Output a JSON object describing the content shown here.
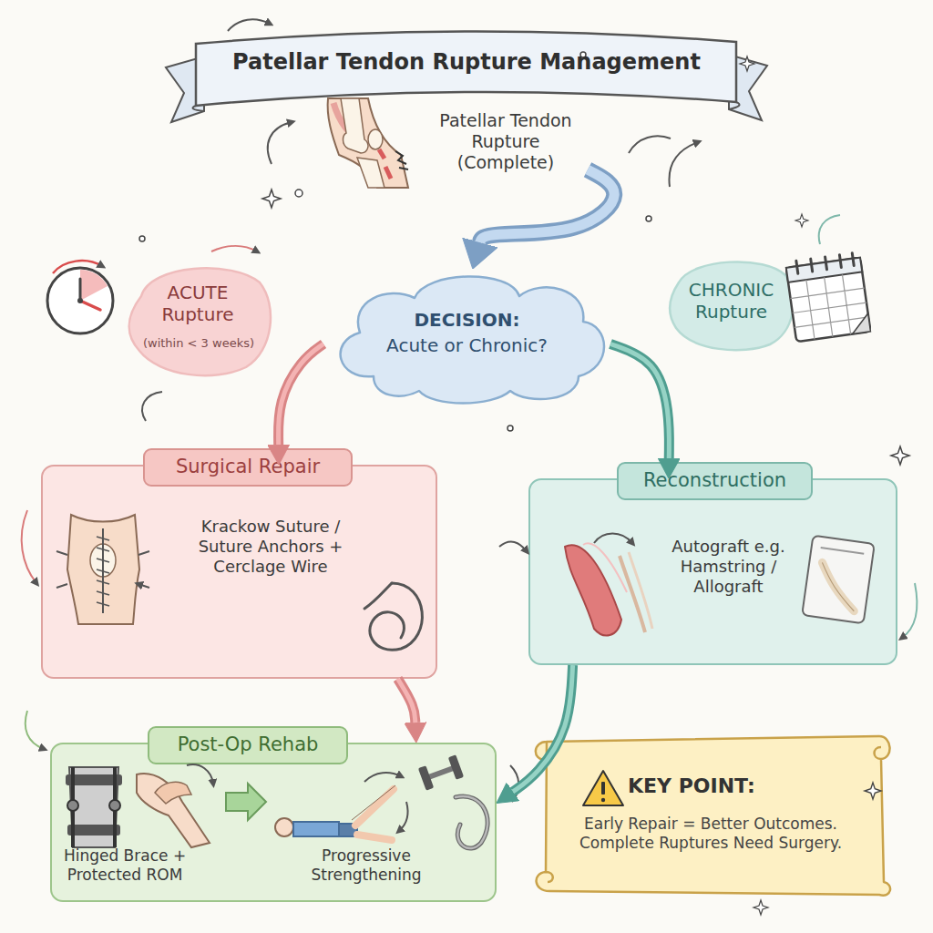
{
  "diagram": {
    "title": "Patellar Tendon Rupture Management",
    "nodes": [
      {
        "text": [
          "Patellar Tendon Rupture (Complete)"
        ]
      },
      {
        "text": [
          "ACUTE Rupture",
          "(within < 3 weeks)"
        ]
      },
      {
        "text": [
          "DECISION:",
          "Acute or Chronic?"
        ]
      },
      {
        "text": [
          "CHRONIC Rupture"
        ]
      },
      {
        "text": [
          "Surgical Repair",
          "Krackow Suture / Suture Anchors + Cerclage Wire"
        ]
      },
      {
        "text": [
          "Reconstruction",
          "Autograft e.g. Hamstring / Allograft"
        ]
      },
      {
        "text": [
          "Post-Op Rehab",
          "Hinged Brace + Protected ROM",
          "Progressive Strengthening"
        ]
      },
      {
        "text": [
          "KEY POINT:",
          "Early Repair = Better Outcomes. Complete Ruptures Need Surgery."
        ]
      }
    ],
    "edges": [
      {
        "from": 0,
        "to": 2,
        "arrow": "to"
      },
      {
        "from": 2,
        "to": 4,
        "arrow": "to"
      },
      {
        "from": 2,
        "to": 5,
        "arrow": "to"
      },
      {
        "from": 4,
        "to": 6,
        "arrow": "to"
      },
      {
        "from": 5,
        "to": 6,
        "arrow": "to"
      }
    ]
  }
}
